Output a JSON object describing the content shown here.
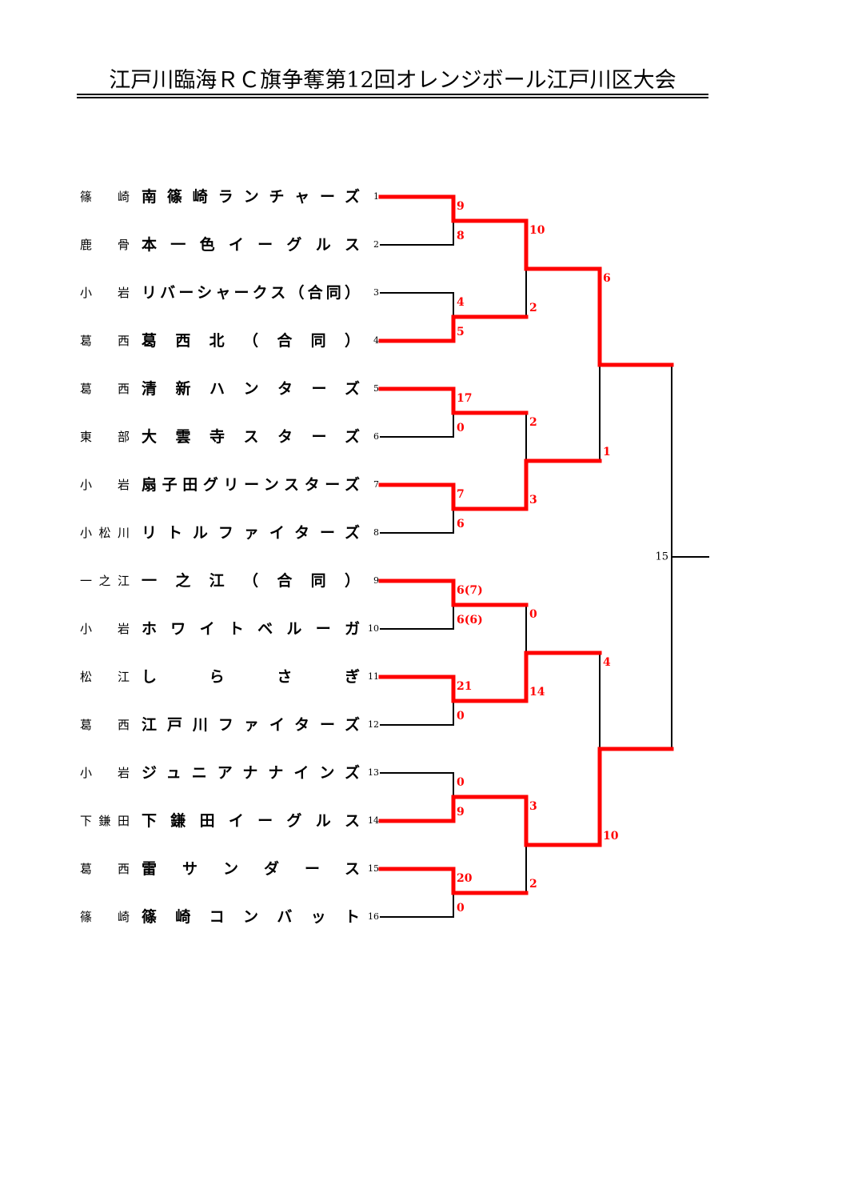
{
  "title": "江戸川臨海ＲＣ旗争奪第12回オレンジボール江戸川区大会",
  "colors": {
    "winner": "#ff0000",
    "line": "#000000"
  },
  "teams": [
    {
      "seed": "1",
      "region": "篠崎",
      "name": "南篠崎ランチャーズ"
    },
    {
      "seed": "2",
      "region": "鹿骨",
      "name": "本一色イーグルス"
    },
    {
      "seed": "3",
      "region": "小岩",
      "name": "リバーシャークス（合同）"
    },
    {
      "seed": "4",
      "region": "葛西",
      "name": "葛西北（合同）"
    },
    {
      "seed": "5",
      "region": "葛西",
      "name": "清新ハンターズ"
    },
    {
      "seed": "6",
      "region": "東部",
      "name": "大雲寺スターズ"
    },
    {
      "seed": "7",
      "region": "小岩",
      "name": "扇子田グリーンスターズ"
    },
    {
      "seed": "8",
      "region": "小松川",
      "name": "リトルファイターズ"
    },
    {
      "seed": "9",
      "region": "一之江",
      "name": "一之江（合同）"
    },
    {
      "seed": "10",
      "region": "小岩",
      "name": "ホワイトベルーガ"
    },
    {
      "seed": "11",
      "region": "松江",
      "name": "しらさぎ"
    },
    {
      "seed": "12",
      "region": "葛西",
      "name": "江戸川ファイターズ"
    },
    {
      "seed": "13",
      "region": "小岩",
      "name": "ジュニアナナインズ"
    },
    {
      "seed": "14",
      "region": "下鎌田",
      "name": "下鎌田イーグルス"
    },
    {
      "seed": "15",
      "region": "葛西",
      "name": "雷サンダース"
    },
    {
      "seed": "16",
      "region": "篠崎",
      "name": "篠崎コンバット"
    }
  ],
  "rounds": [
    [
      {
        "scores": [
          "9",
          "8"
        ],
        "winner": 0
      },
      {
        "scores": [
          "4",
          "5"
        ],
        "winner": 1
      },
      {
        "scores": [
          "17",
          "0"
        ],
        "winner": 0
      },
      {
        "scores": [
          "7",
          "6"
        ],
        "winner": 0
      },
      {
        "scores": [
          "6(7)",
          "6(6)"
        ],
        "winner": 0
      },
      {
        "scores": [
          "21",
          "0"
        ],
        "winner": 0
      },
      {
        "scores": [
          "0",
          "9"
        ],
        "winner": 1
      },
      {
        "scores": [
          "20",
          "0"
        ],
        "winner": 0
      }
    ],
    [
      {
        "scores": [
          "10",
          "2"
        ],
        "winner": 0
      },
      {
        "scores": [
          "2",
          "3"
        ],
        "winner": 1
      },
      {
        "scores": [
          "0",
          "14"
        ],
        "winner": 1
      },
      {
        "scores": [
          "3",
          "2"
        ],
        "winner": 0
      }
    ],
    [
      {
        "scores": [
          "6",
          "1"
        ],
        "winner": 0
      },
      {
        "scores": [
          "4",
          "10"
        ],
        "winner": 1
      }
    ]
  ],
  "final": {
    "label": "15"
  }
}
